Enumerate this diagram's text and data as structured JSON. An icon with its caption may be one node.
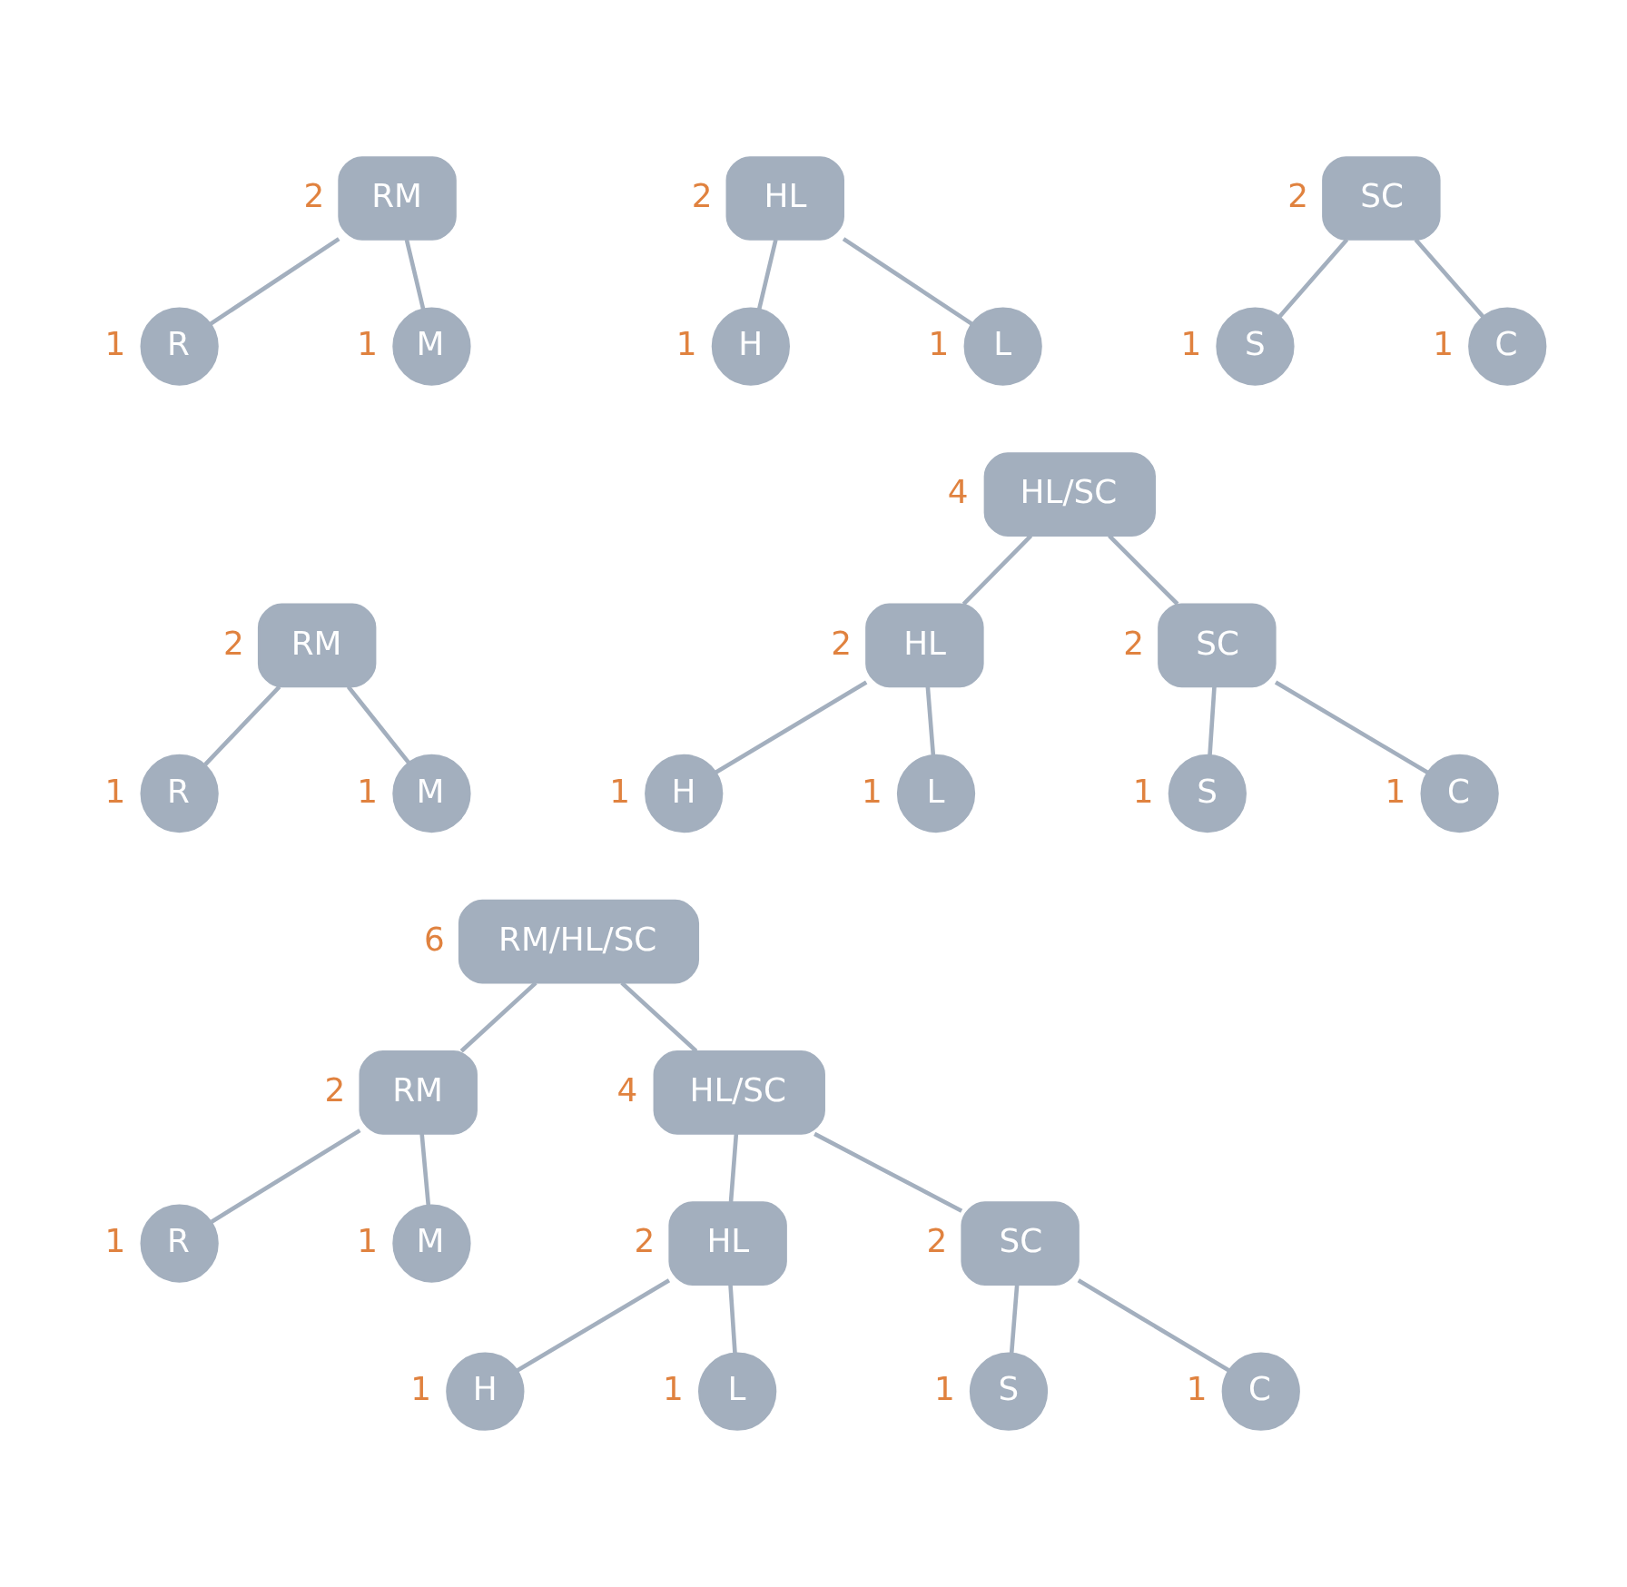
{
  "diagram": {
    "nodes": [
      {
        "text": [
          "RM"
        ],
        "beside": [
          "2"
        ]
      },
      {
        "text": [
          "HL"
        ],
        "beside": [
          "2"
        ]
      },
      {
        "text": [
          "SC"
        ],
        "beside": [
          "2"
        ]
      },
      {
        "text": [
          "R"
        ],
        "beside": [
          "1"
        ]
      },
      {
        "text": [
          "M"
        ],
        "beside": [
          "1"
        ]
      },
      {
        "text": [
          "H"
        ],
        "beside": [
          "1"
        ]
      },
      {
        "text": [
          "L"
        ],
        "beside": [
          "1"
        ]
      },
      {
        "text": [
          "S"
        ],
        "beside": [
          "1"
        ]
      },
      {
        "text": [
          "C"
        ],
        "beside": [
          "1"
        ]
      },
      {
        "text": [
          "HL/SC"
        ],
        "beside": [
          "4"
        ]
      },
      {
        "text": [
          "RM"
        ],
        "beside": [
          "2"
        ]
      },
      {
        "text": [
          "HL"
        ],
        "beside": [
          "2"
        ]
      },
      {
        "text": [
          "SC"
        ],
        "beside": [
          "2"
        ]
      },
      {
        "text": [
          "R"
        ],
        "beside": [
          "1"
        ]
      },
      {
        "text": [
          "M"
        ],
        "beside": [
          "1"
        ]
      },
      {
        "text": [
          "H"
        ],
        "beside": [
          "1"
        ]
      },
      {
        "text": [
          "L"
        ],
        "beside": [
          "1"
        ]
      },
      {
        "text": [
          "S"
        ],
        "beside": [
          "1"
        ]
      },
      {
        "text": [
          "C"
        ],
        "beside": [
          "1"
        ]
      },
      {
        "text": [
          "RM/HL/SC"
        ],
        "beside": [
          "6"
        ]
      },
      {
        "text": [
          "RM"
        ],
        "beside": [
          "2"
        ]
      },
      {
        "text": [
          "HL/SC"
        ],
        "beside": [
          "4"
        ]
      },
      {
        "text": [
          "R"
        ],
        "beside": [
          "1"
        ]
      },
      {
        "text": [
          "M"
        ],
        "beside": [
          "1"
        ]
      },
      {
        "text": [
          "HL"
        ],
        "beside": [
          "2"
        ]
      },
      {
        "text": [
          "SC"
        ],
        "beside": [
          "2"
        ]
      },
      {
        "text": [
          "H"
        ],
        "beside": [
          "1"
        ]
      },
      {
        "text": [
          "L"
        ],
        "beside": [
          "1"
        ]
      },
      {
        "text": [
          "S"
        ],
        "beside": [
          "1"
        ]
      },
      {
        "text": [
          "C"
        ],
        "beside": [
          "1"
        ]
      }
    ],
    "edges": [
      {
        "from": 0,
        "to": 3,
        "arrow": "none"
      },
      {
        "from": 0,
        "to": 4,
        "arrow": "none"
      },
      {
        "from": 1,
        "to": 5,
        "arrow": "none"
      },
      {
        "from": 1,
        "to": 6,
        "arrow": "none"
      },
      {
        "from": 2,
        "to": 7,
        "arrow": "none"
      },
      {
        "from": 2,
        "to": 8,
        "arrow": "none"
      },
      {
        "from": 9,
        "to": 11,
        "arrow": "none"
      },
      {
        "from": 9,
        "to": 12,
        "arrow": "none"
      },
      {
        "from": 10,
        "to": 13,
        "arrow": "none"
      },
      {
        "from": 10,
        "to": 14,
        "arrow": "none"
      },
      {
        "from": 11,
        "to": 15,
        "arrow": "none"
      },
      {
        "from": 11,
        "to": 16,
        "arrow": "none"
      },
      {
        "from": 12,
        "to": 17,
        "arrow": "none"
      },
      {
        "from": 12,
        "to": 18,
        "arrow": "none"
      },
      {
        "from": 19,
        "to": 20,
        "arrow": "none"
      },
      {
        "from": 19,
        "to": 21,
        "arrow": "none"
      },
      {
        "from": 20,
        "to": 22,
        "arrow": "none"
      },
      {
        "from": 20,
        "to": 23,
        "arrow": "none"
      },
      {
        "from": 21,
        "to": 24,
        "arrow": "none"
      },
      {
        "from": 21,
        "to": 25,
        "arrow": "none"
      },
      {
        "from": 24,
        "to": 26,
        "arrow": "none"
      },
      {
        "from": 24,
        "to": 27,
        "arrow": "none"
      },
      {
        "from": 25,
        "to": 28,
        "arrow": "none"
      },
      {
        "from": 25,
        "to": 29,
        "arrow": "none"
      }
    ]
  }
}
